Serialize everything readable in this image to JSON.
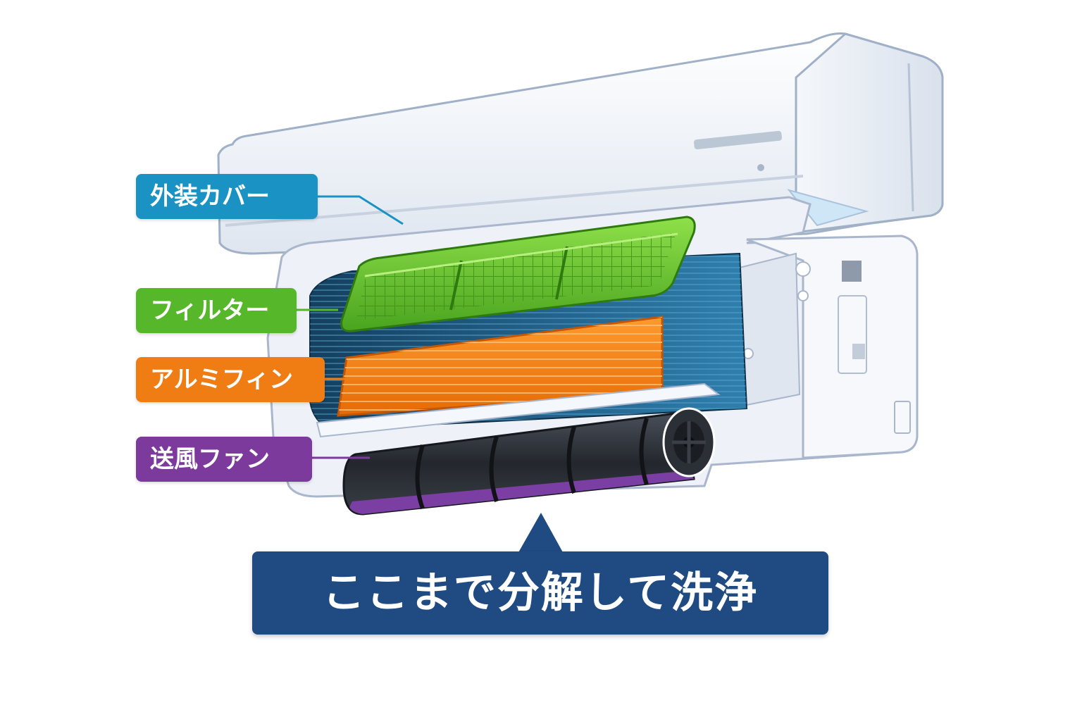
{
  "labels": {
    "cover": "外装カバー",
    "filter": "フィルター",
    "fin": "アルミフィン",
    "fan": "送風ファン"
  },
  "callout": {
    "text": "ここまで分解して洗浄"
  },
  "colors": {
    "cover": "#1a93c4",
    "filter": "#56b72a",
    "fin": "#f07c14",
    "fan": "#7c3a9c",
    "callout": "#1f4a82",
    "unit_body": "#eef2f8",
    "unit_outline": "#a9b6cc",
    "coil": "#1f5d84",
    "fan_body": "#2b2f36"
  }
}
